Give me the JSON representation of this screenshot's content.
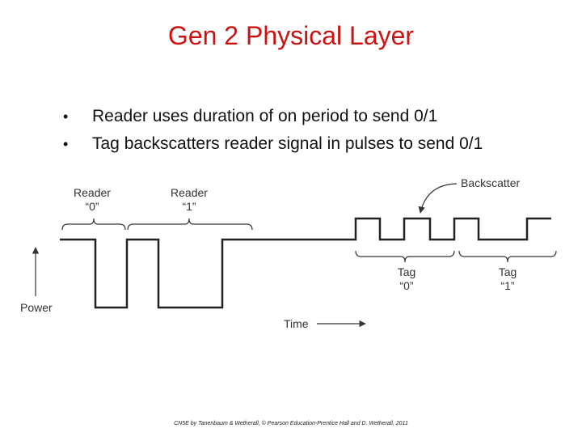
{
  "slide": {
    "title": "Gen 2 Physical Layer",
    "bullets": [
      "Reader uses duration of on period to send 0/1",
      "Tag backscatters reader signal in pulses to send 0/1"
    ],
    "footer": "CN5E by Tanenbaum  & Wetherall, © Pearson Education-Prentice Hall and D. Wetherall, 2011"
  },
  "diagram": {
    "reader0_label_1": "Reader",
    "reader0_label_2": "“0”",
    "reader1_label_1": "Reader",
    "reader1_label_2": "“1”",
    "backscatter_label": "Backscatter",
    "tag0_label_1": "Tag",
    "tag0_label_2": "“0”",
    "tag1_label_1": "Tag",
    "tag1_label_2": "“1”",
    "power_label": "Power",
    "time_label": "Time"
  }
}
